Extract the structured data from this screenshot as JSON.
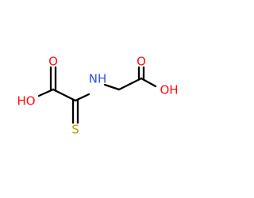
{
  "molecule": {
    "atoms": [
      {
        "id": "o-top-left",
        "label": "O",
        "color": "#ff0d0d"
      },
      {
        "id": "oh-left",
        "label": "HO",
        "color": "#ff0d0d"
      },
      {
        "id": "s",
        "label": "S",
        "color": "#b8a000"
      },
      {
        "id": "nh",
        "label": "NH",
        "color": "#3050f8"
      },
      {
        "id": "o-top-right",
        "label": "O",
        "color": "#ff0d0d"
      },
      {
        "id": "oh-right",
        "label": "OH",
        "color": "#ff0d0d"
      }
    ],
    "bonds": [
      {
        "from": "c1",
        "to": "o-top-left",
        "order": 2
      },
      {
        "from": "c1",
        "to": "oh-left",
        "order": 1
      },
      {
        "from": "c1",
        "to": "c2",
        "order": 1
      },
      {
        "from": "c2",
        "to": "s",
        "order": 2
      },
      {
        "from": "c2",
        "to": "nh",
        "order": 1
      },
      {
        "from": "nh",
        "to": "c3",
        "order": 1
      },
      {
        "from": "c3",
        "to": "c4",
        "order": 1
      },
      {
        "from": "c4",
        "to": "o-top-right",
        "order": 2
      },
      {
        "from": "c4",
        "to": "oh-right",
        "order": 1
      }
    ]
  }
}
